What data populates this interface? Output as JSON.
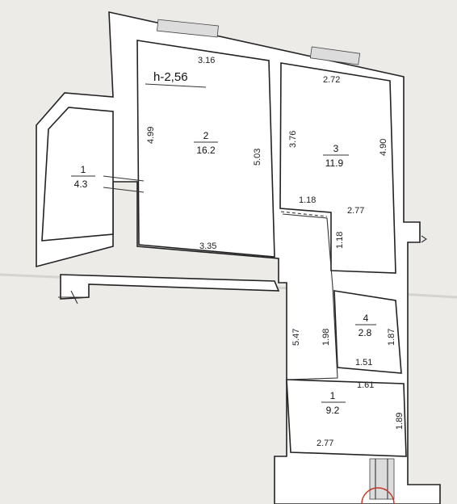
{
  "plan": {
    "ceiling_height": "h-2,56",
    "rooms": [
      {
        "id": "balcony",
        "number": "1",
        "area": "4.3"
      },
      {
        "id": "room2",
        "number": "2",
        "area": "16.2"
      },
      {
        "id": "room3",
        "number": "3",
        "area": "11.9"
      },
      {
        "id": "room4",
        "number": "4",
        "area": "2.8"
      },
      {
        "id": "hall",
        "number": "1",
        "area": "9.2"
      }
    ],
    "dimensions": [
      "3.16",
      "4.99",
      "5.03",
      "3.35",
      "2.72",
      "3.76",
      "4.90",
      "1.18",
      "2.77",
      "1.18",
      "5.47",
      "1.98",
      "1.87",
      "1.51",
      "1.61",
      "1.89",
      "2.77"
    ]
  }
}
